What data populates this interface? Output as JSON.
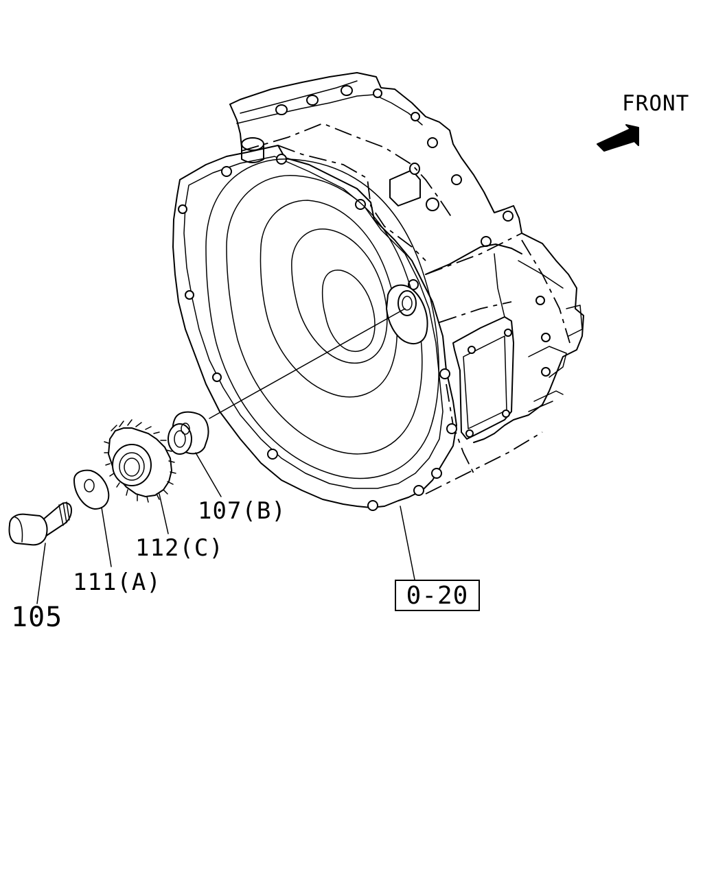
{
  "diagram": {
    "direction_label": "FRONT",
    "parts": [
      {
        "number": "105",
        "label": "105",
        "icon": "bolt-icon"
      },
      {
        "number": "111",
        "label": "111(A)",
        "icon": "washer-icon"
      },
      {
        "number": "112",
        "label": "112(C)",
        "icon": "gear-icon"
      },
      {
        "number": "107",
        "label": "107(B)",
        "icon": "collar-icon"
      }
    ],
    "assembly_reference": "0-20",
    "assembly_icon": "transmission-housing-icon",
    "arrow_icon": "front-arrow-icon"
  }
}
